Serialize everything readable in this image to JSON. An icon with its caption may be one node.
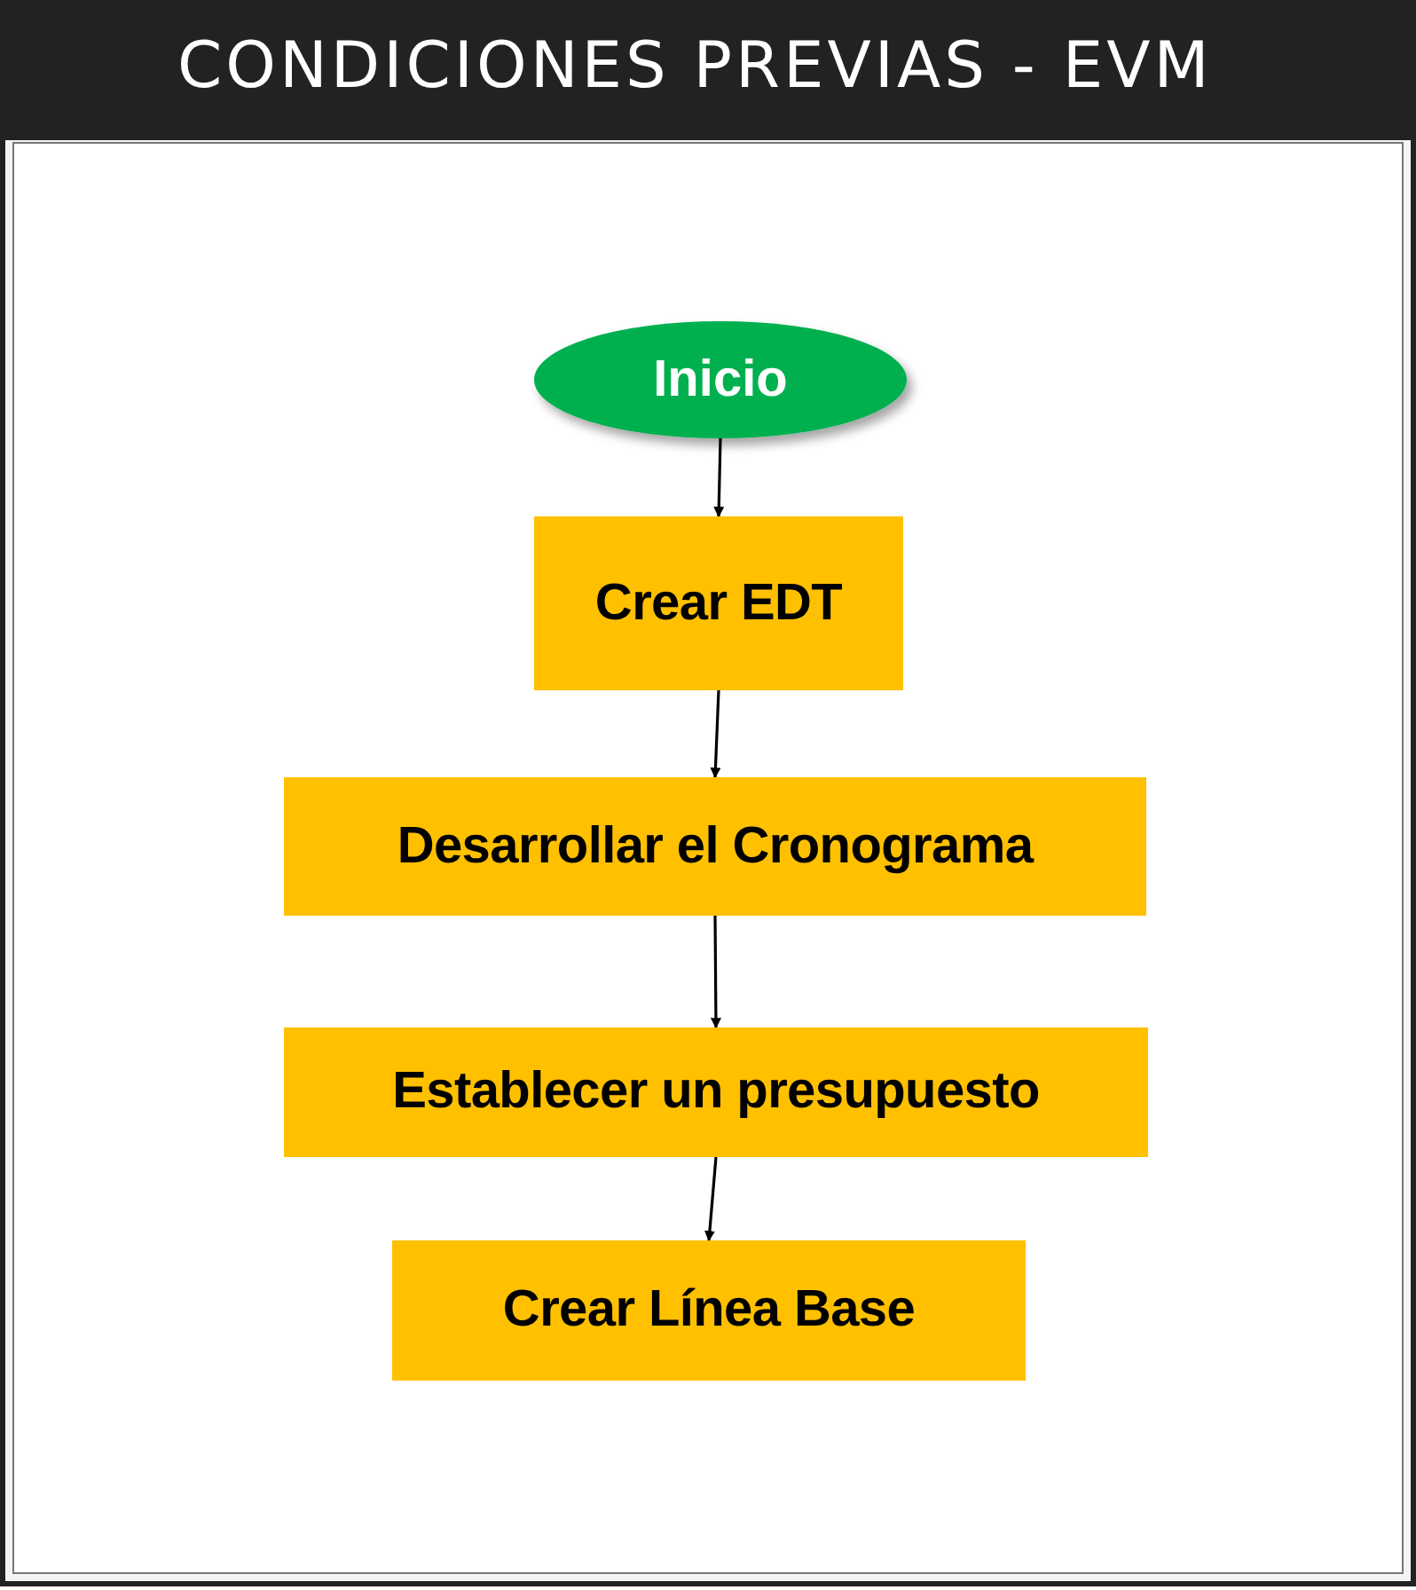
{
  "diagram": {
    "title": "CONDICIONES PREVIAS - EVM",
    "nodes": [
      {
        "text": [
          "Inicio"
        ]
      },
      {
        "text": [
          "Crear EDT"
        ]
      },
      {
        "text": [
          "Desarrollar el Cronograma"
        ]
      },
      {
        "text": [
          "Establecer un presupuesto"
        ]
      },
      {
        "text": [
          "Crear Línea Base"
        ]
      }
    ],
    "edges": [
      {
        "from": 0,
        "to": 1,
        "arrow": "to"
      },
      {
        "from": 1,
        "to": 2,
        "arrow": "to"
      },
      {
        "from": 2,
        "to": 3,
        "arrow": "to"
      },
      {
        "from": 3,
        "to": 4,
        "arrow": "to"
      }
    ]
  }
}
